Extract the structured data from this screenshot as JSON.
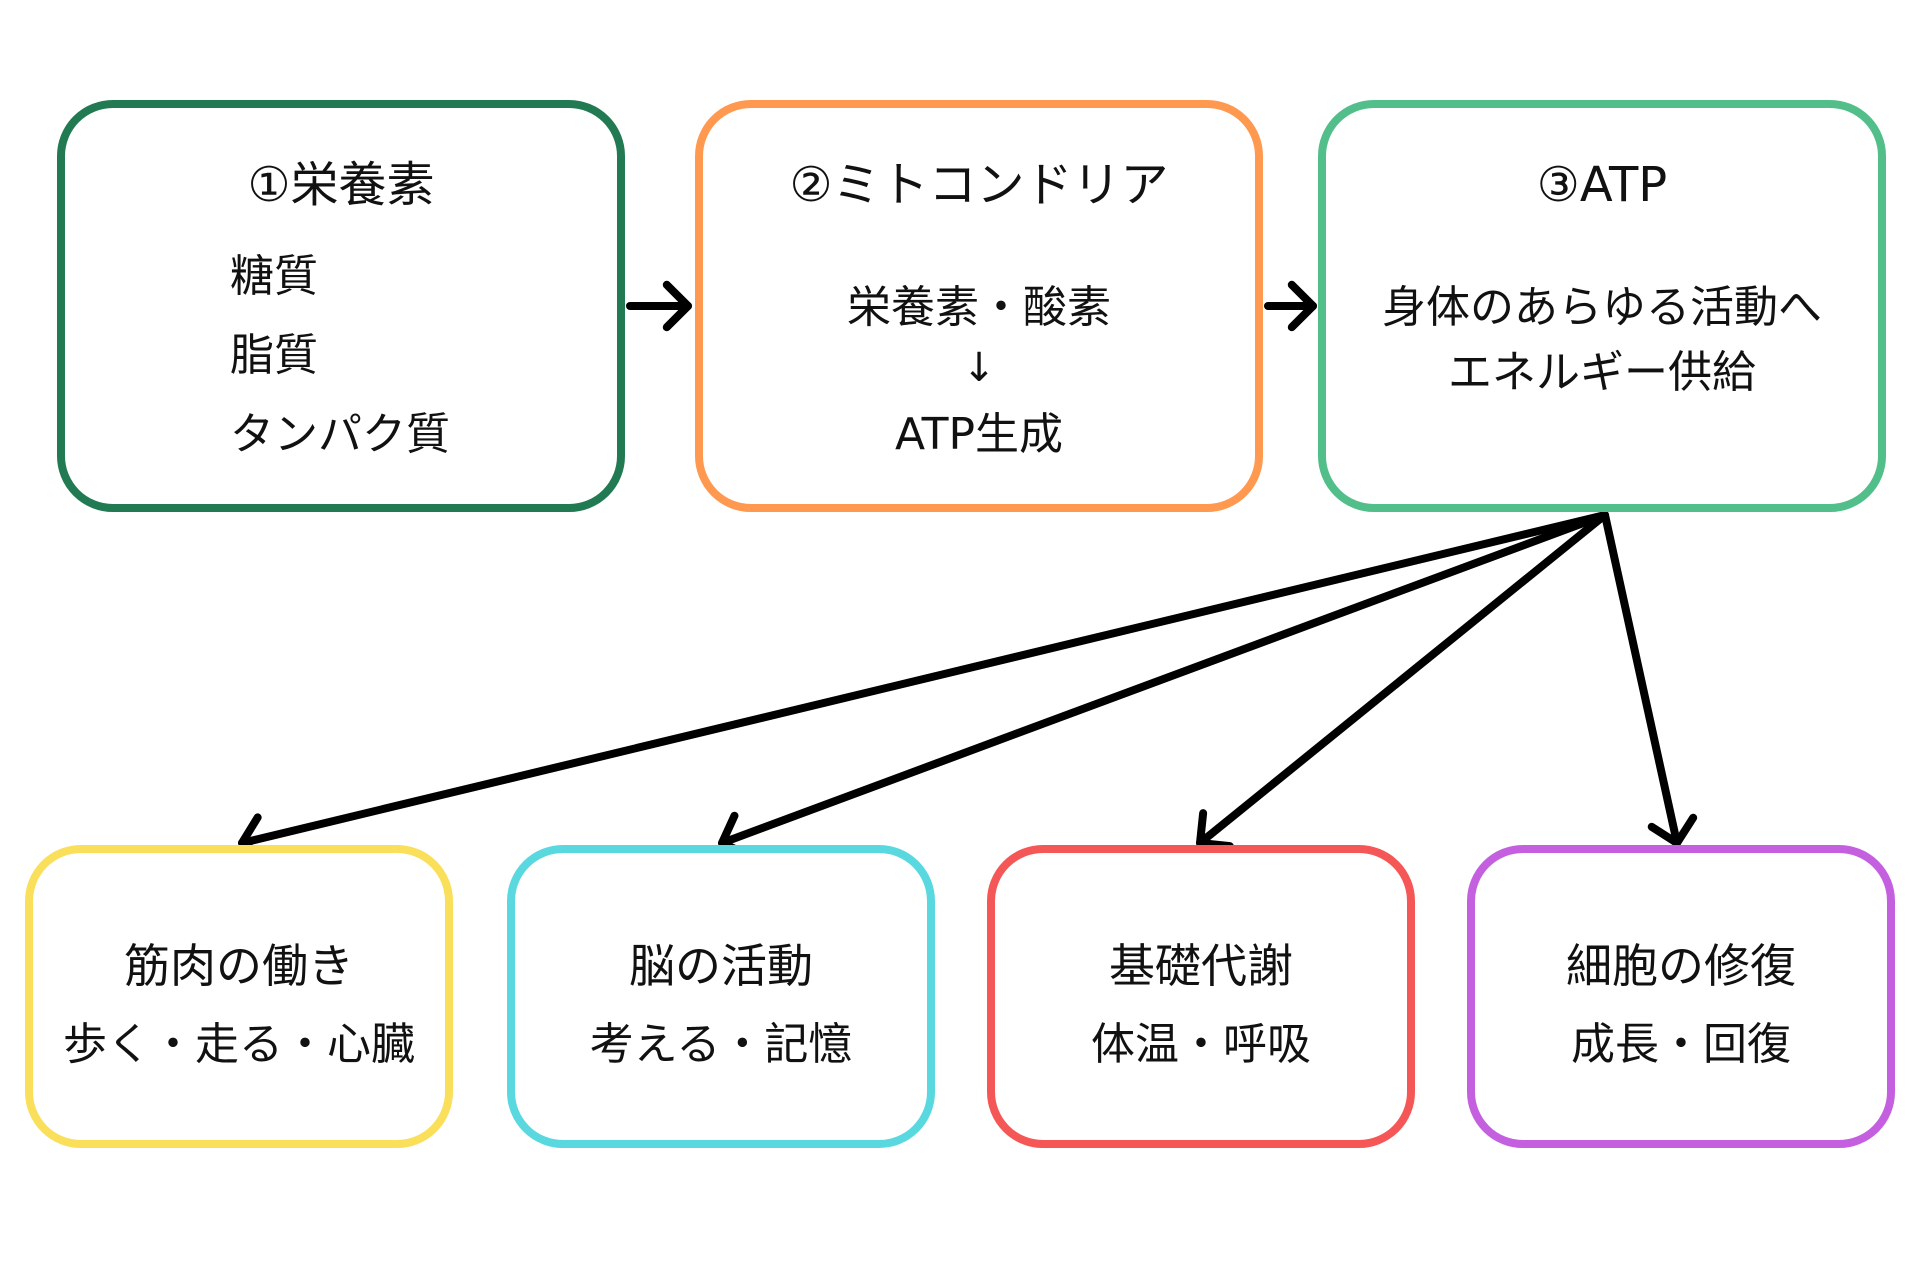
{
  "colors": {
    "box1": "#217a52",
    "box2": "#ff9950",
    "box3": "#52bf8a",
    "box4": "#fadf5a",
    "box5": "#5ad8e0",
    "box6": "#f55656",
    "box7": "#c460e0",
    "arrow": "#000000"
  },
  "boxes": {
    "nutrients": {
      "title": "①栄養素",
      "items": [
        "糖質",
        "脂質",
        "タンパク質"
      ]
    },
    "mitochondria": {
      "title": "②ミトコンドリア",
      "line1": "栄養素・酸素",
      "arrow_glyph": "↓",
      "line2": "ATP生成"
    },
    "atp": {
      "title": "③ATP",
      "line1": "身体のあらゆる活動へ",
      "line2": "エネルギー供給"
    },
    "muscle": {
      "title": "筋肉の働き",
      "detail": "歩く・走る・心臓"
    },
    "brain": {
      "title": "脳の活動",
      "detail": "考える・記憶"
    },
    "metabolism": {
      "title": "基礎代謝",
      "detail": "体温・呼吸"
    },
    "repair": {
      "title": "細胞の修復",
      "detail": "成長・回復"
    }
  }
}
